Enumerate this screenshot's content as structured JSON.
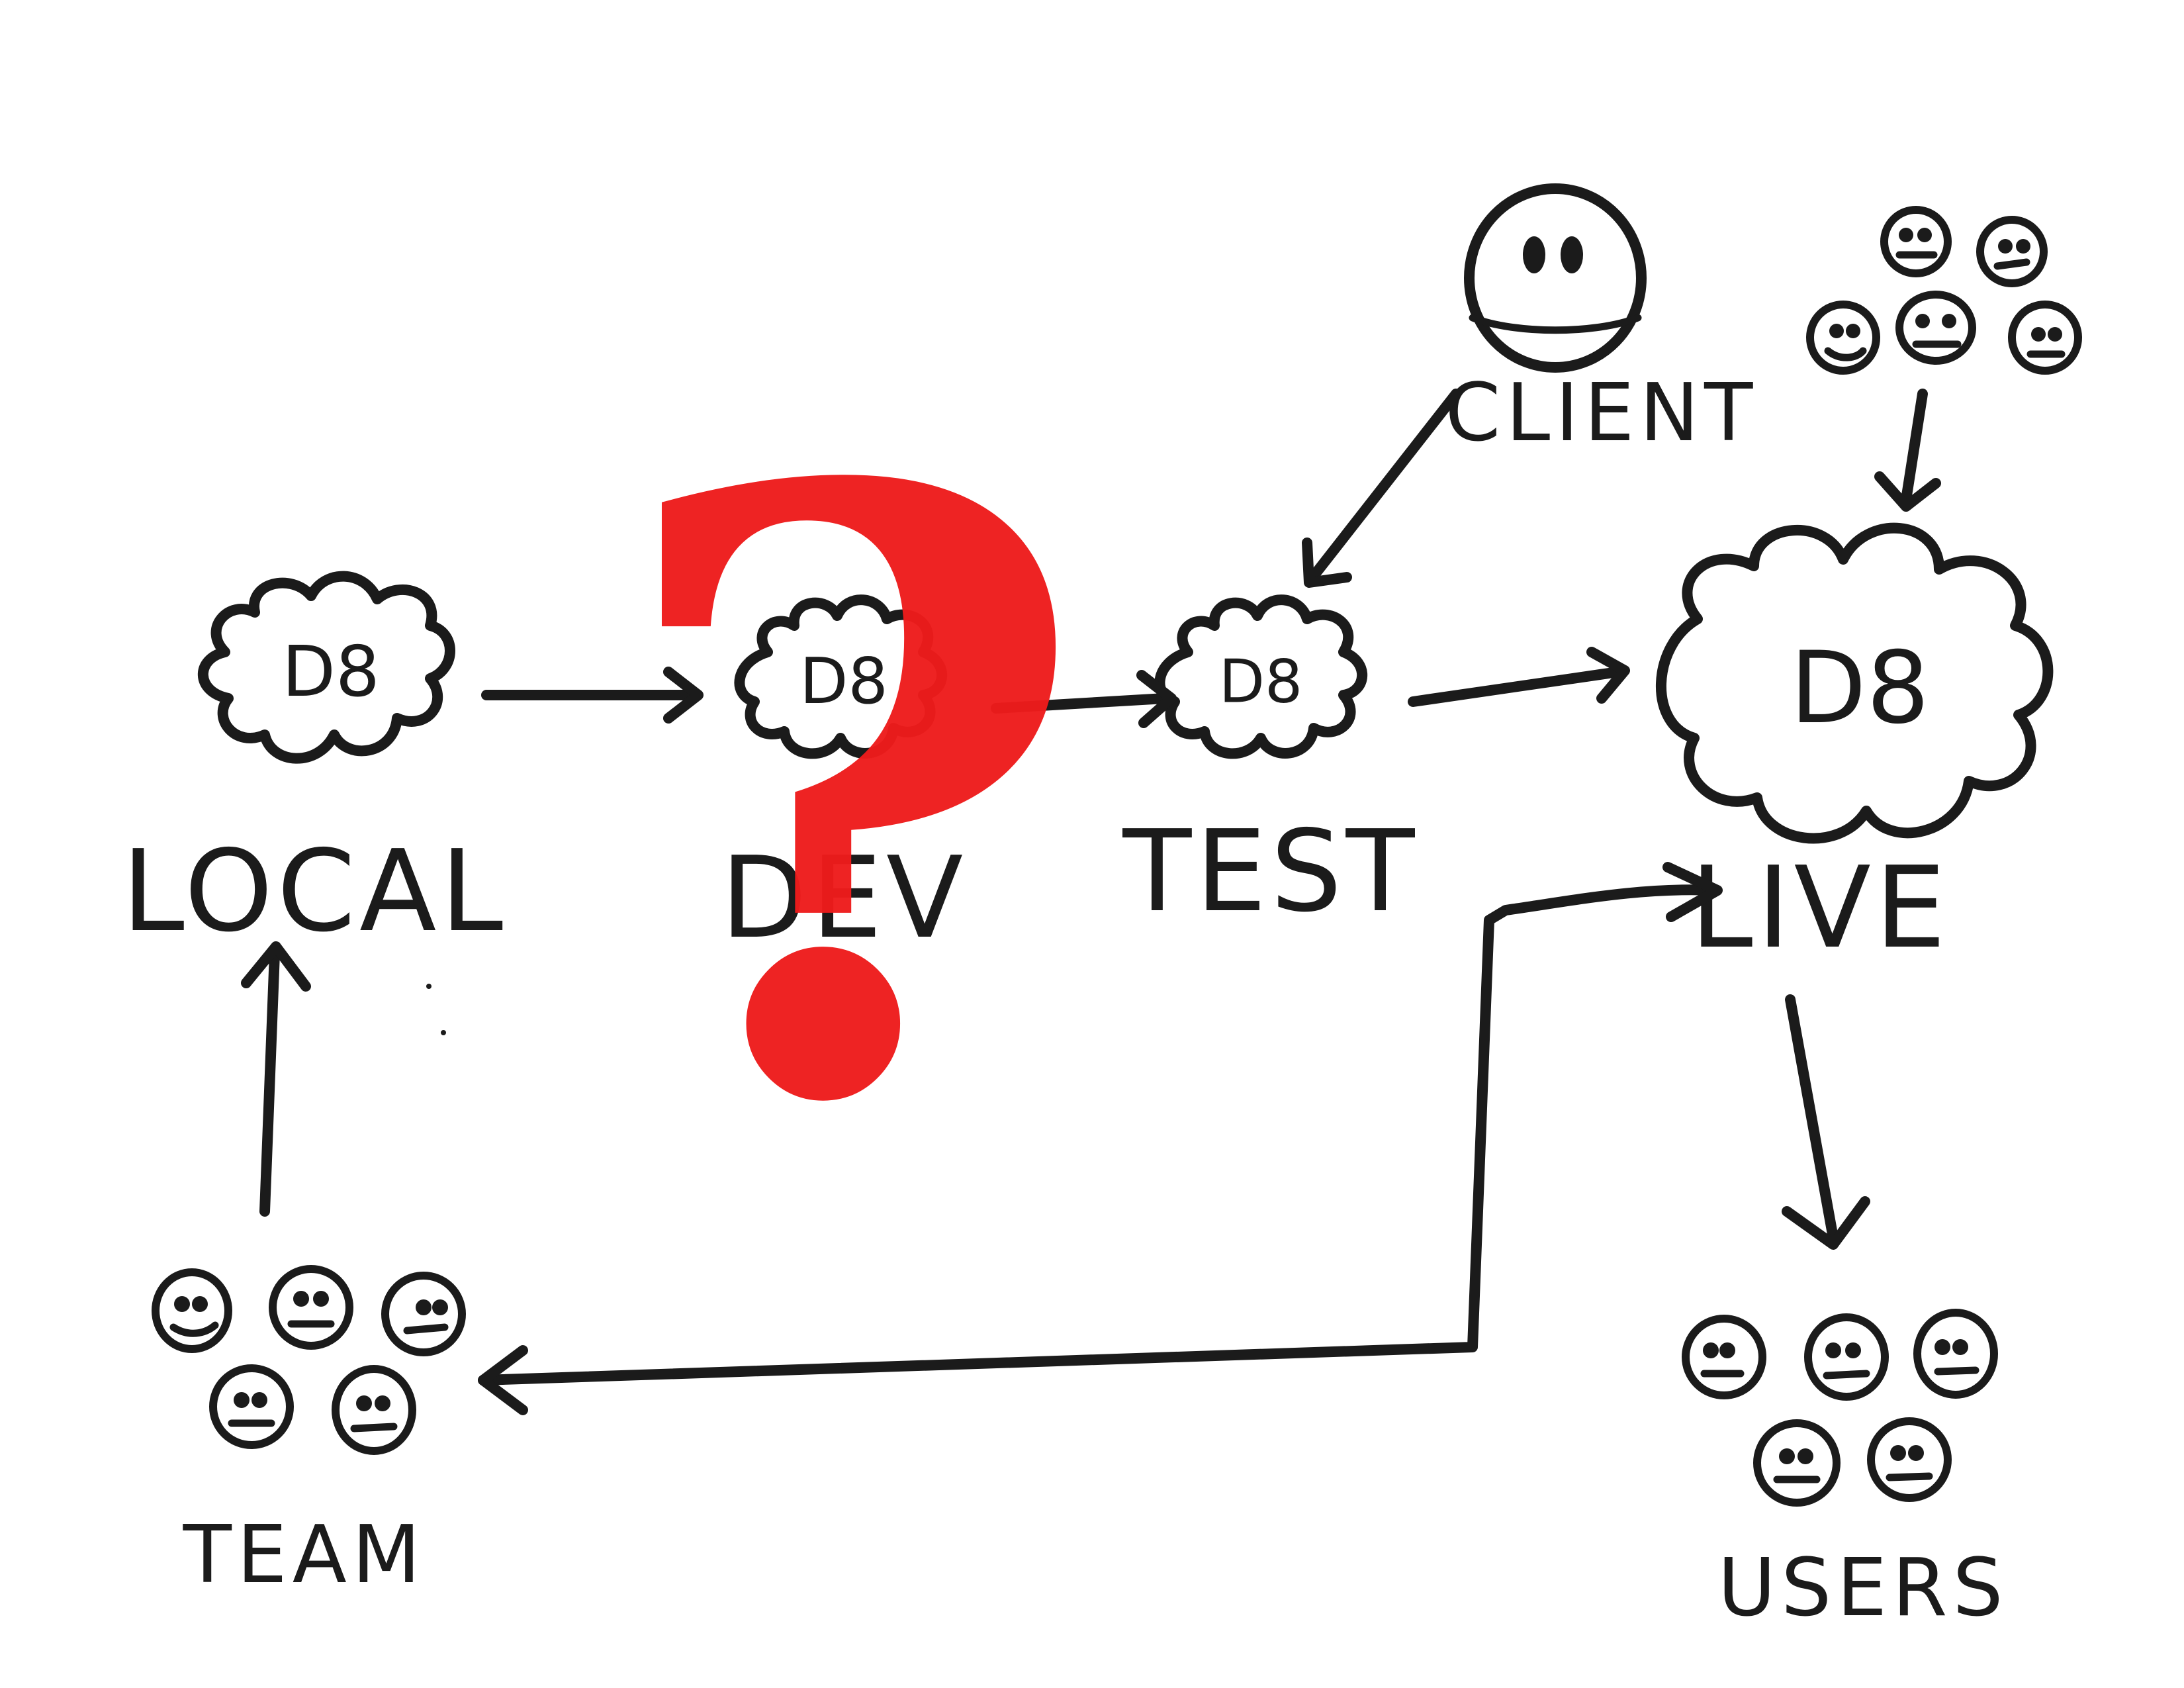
{
  "nodes": {
    "local": {
      "label": "LOCAL",
      "server": "D8"
    },
    "dev": {
      "label": "DEV",
      "server": "D8"
    },
    "test": {
      "label": "TEST",
      "server": "D8"
    },
    "live": {
      "label": "LIVE",
      "server": "D8"
    }
  },
  "actors": {
    "client": {
      "label": "CLIENT"
    },
    "team": {
      "label": "TEAM"
    },
    "users": {
      "label": "USERS"
    }
  },
  "annotation": {
    "question_mark": "?",
    "color": "#ee1c1c"
  },
  "colors": {
    "ink": "#1b1b1b",
    "background": "#ffffff"
  }
}
